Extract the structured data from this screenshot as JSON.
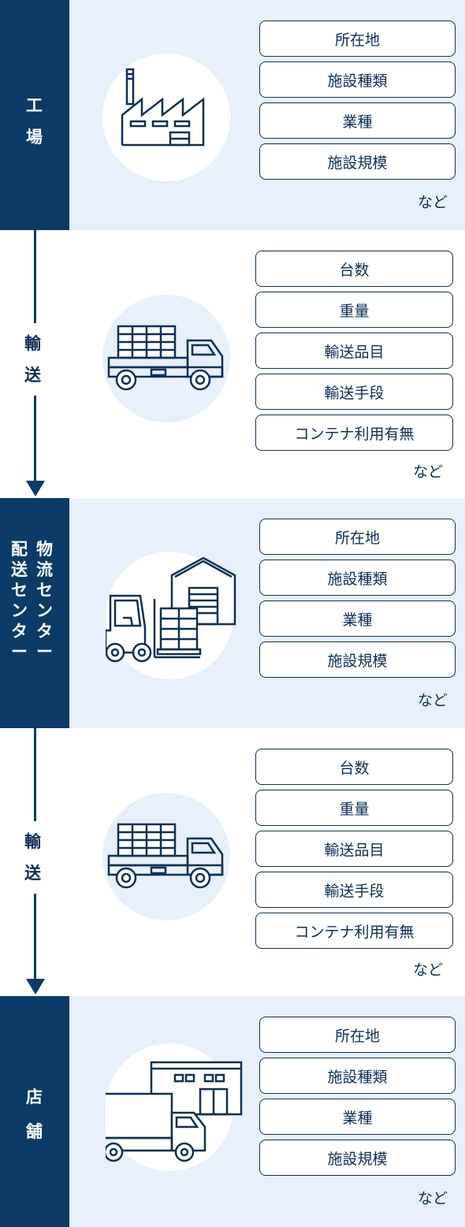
{
  "stages": [
    {
      "label": [
        "工",
        "場"
      ],
      "attributes": [
        "所在地",
        "施設種類",
        "業種",
        "施設規模"
      ],
      "etc": "など",
      "icon": "factory-icon"
    },
    {
      "label": [
        "輸",
        "送"
      ],
      "attributes": [
        "台数",
        "重量",
        "輸送品目",
        "輸送手段",
        "コンテナ利用有無"
      ],
      "etc": "など",
      "icon": "truck-icon"
    },
    {
      "label_col1": [
        "配",
        "送",
        "セ",
        "ン",
        "タ",
        "ー"
      ],
      "label_col2": [
        "物",
        "流",
        "セ",
        "ン",
        "タ",
        "ー"
      ],
      "attributes": [
        "所在地",
        "施設種類",
        "業種",
        "施設規模"
      ],
      "etc": "など",
      "icon": "forklift-warehouse-icon"
    },
    {
      "label": [
        "輸",
        "送"
      ],
      "attributes": [
        "台数",
        "重量",
        "輸送品目",
        "輸送手段",
        "コンテナ利用有無"
      ],
      "etc": "など",
      "icon": "truck-icon"
    },
    {
      "label": [
        "店",
        "舗"
      ],
      "attributes": [
        "所在地",
        "施設種類",
        "業種",
        "施設規模"
      ],
      "etc": "など",
      "icon": "store-truck-icon"
    }
  ],
  "colors": {
    "navy": "#0b3b66",
    "panel": "#e7f0fb",
    "text": "#0e2f55"
  }
}
